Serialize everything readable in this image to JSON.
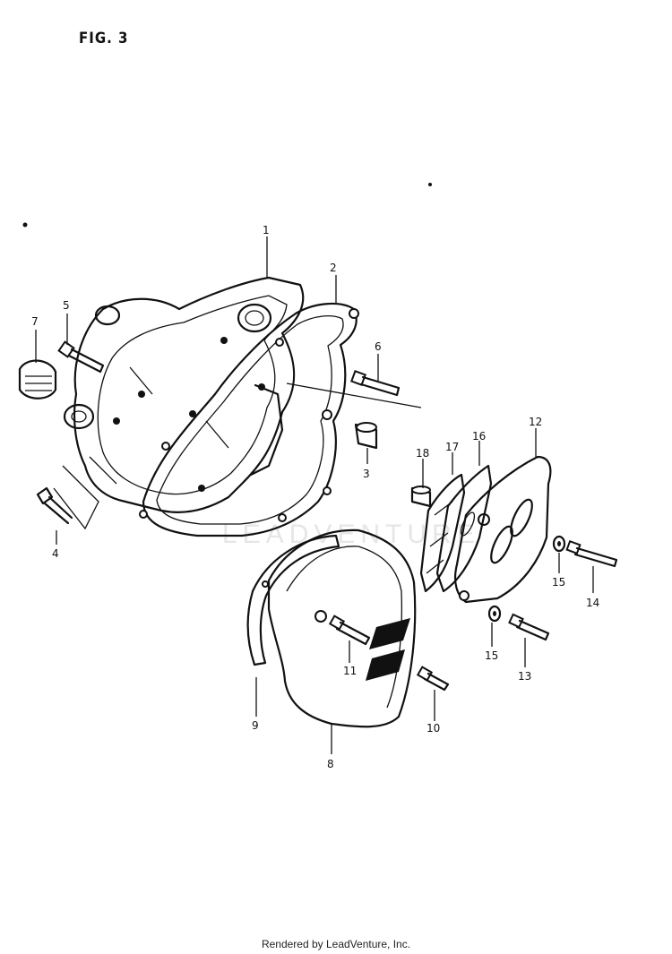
{
  "figure": {
    "title": "FIG. 3"
  },
  "watermark": "LEADVENTURE",
  "footer": "Rendered by LeadVenture, Inc.",
  "callouts": [
    {
      "id": "1",
      "label": "1"
    },
    {
      "id": "2",
      "label": "2"
    },
    {
      "id": "3",
      "label": "3"
    },
    {
      "id": "4",
      "label": "4"
    },
    {
      "id": "5",
      "label": "5"
    },
    {
      "id": "6",
      "label": "6"
    },
    {
      "id": "7",
      "label": "7"
    },
    {
      "id": "8",
      "label": "8"
    },
    {
      "id": "9",
      "label": "9"
    },
    {
      "id": "10",
      "label": "10"
    },
    {
      "id": "11",
      "label": "11"
    },
    {
      "id": "12",
      "label": "12"
    },
    {
      "id": "13",
      "label": "13"
    },
    {
      "id": "14",
      "label": "14"
    },
    {
      "id": "15a",
      "label": "15"
    },
    {
      "id": "15b",
      "label": "15"
    },
    {
      "id": "16",
      "label": "16"
    },
    {
      "id": "17",
      "label": "17"
    },
    {
      "id": "18",
      "label": "18"
    }
  ]
}
